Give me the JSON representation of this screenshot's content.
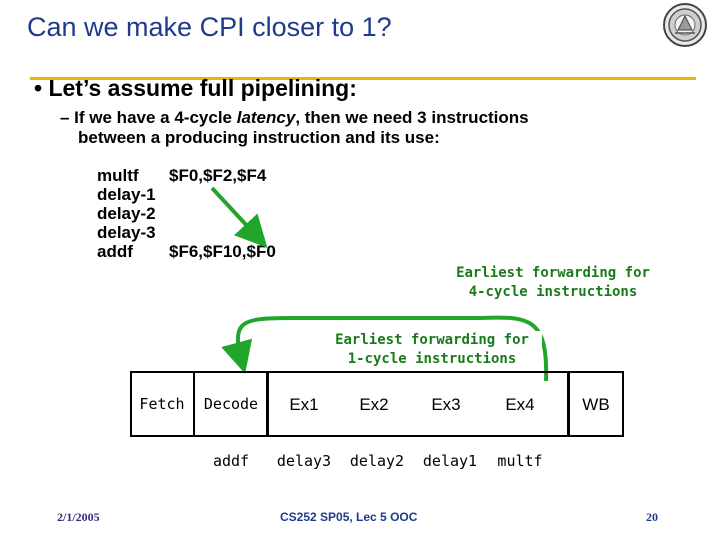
{
  "title": "Can we make CPI closer to 1?",
  "bullet": "Let’s assume full pipelining:",
  "sub_bullet": {
    "before": "– If we have a 4-cycle ",
    "italic": "latency",
    "after": ", then we need 3 instructions",
    "line2": "between a producing instruction and its use:"
  },
  "code": {
    "lines": [
      {
        "op": "multf",
        "args": "$F0,$F2,$F4"
      },
      {
        "op": "delay-1",
        "args": ""
      },
      {
        "op": "delay-2",
        "args": ""
      },
      {
        "op": "delay-3",
        "args": ""
      },
      {
        "op": "addf",
        "args": "$F6,$F10,$F0"
      }
    ]
  },
  "annotations": {
    "forward4_line1": "Earliest forwarding for",
    "forward4_line2": "4-cycle instructions",
    "forward1_line1": "Earliest forwarding for",
    "forward1_line2": "1-cycle instructions"
  },
  "pipeline": {
    "stages": [
      "Fetch",
      "Decode",
      "Ex1",
      "Ex2",
      "Ex3",
      "Ex4",
      "WB"
    ],
    "instructions": [
      "addf",
      "delay3",
      "delay2",
      "delay1",
      "multf"
    ]
  },
  "footer": {
    "date": "2/1/2005",
    "course": "CS252 SP05, Lec 5 OOC",
    "page": "20"
  },
  "colors": {
    "title": "#1f3b8c",
    "rule": "#e6b800",
    "arrow": "#22a52b",
    "annotation": "#1a7a1a",
    "footer_date": "#3a2a7a",
    "footer_course": "#1f3b8c",
    "footer_page": "#1f3b8c"
  },
  "icons": {
    "logo": "university-seal-icon"
  }
}
